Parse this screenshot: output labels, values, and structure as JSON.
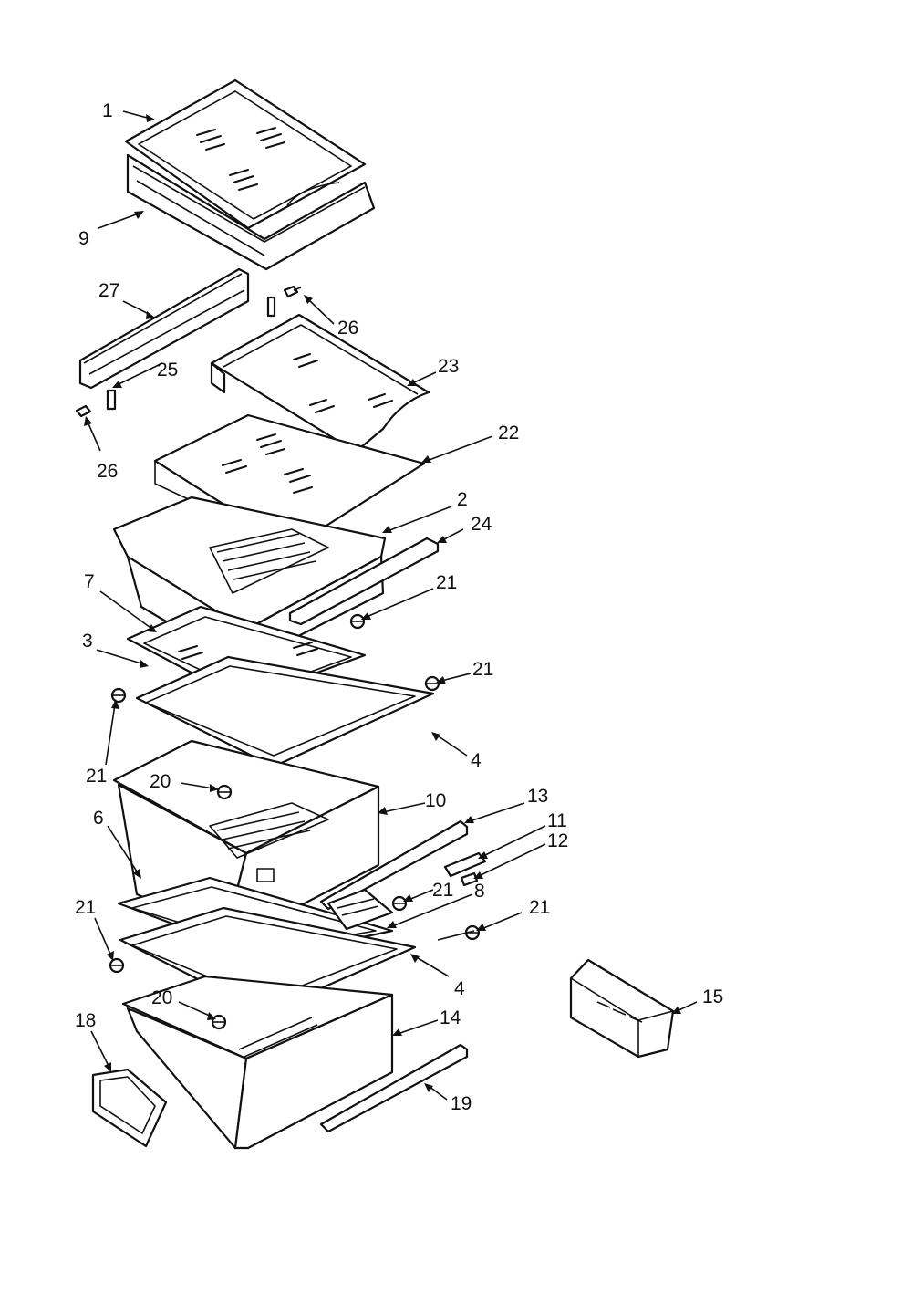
{
  "callouts": [
    {
      "id": "c1",
      "label": "1"
    },
    {
      "id": "c9",
      "label": "9"
    },
    {
      "id": "c27",
      "label": "27"
    },
    {
      "id": "c26a",
      "label": "26"
    },
    {
      "id": "c25",
      "label": "25"
    },
    {
      "id": "c23",
      "label": "23"
    },
    {
      "id": "c26b",
      "label": "26"
    },
    {
      "id": "c22",
      "label": "22"
    },
    {
      "id": "c2",
      "label": "2"
    },
    {
      "id": "c24",
      "label": "24"
    },
    {
      "id": "c7",
      "label": "7"
    },
    {
      "id": "c21a",
      "label": "21"
    },
    {
      "id": "c3",
      "label": "3"
    },
    {
      "id": "c21b",
      "label": "21"
    },
    {
      "id": "c4a",
      "label": "4"
    },
    {
      "id": "c21c",
      "label": "21"
    },
    {
      "id": "c20a",
      "label": "20"
    },
    {
      "id": "c10",
      "label": "10"
    },
    {
      "id": "c13",
      "label": "13"
    },
    {
      "id": "c6",
      "label": "6"
    },
    {
      "id": "c11",
      "label": "11"
    },
    {
      "id": "c12",
      "label": "12"
    },
    {
      "id": "c21d",
      "label": "21"
    },
    {
      "id": "c8",
      "label": "8"
    },
    {
      "id": "c21e",
      "label": "21"
    },
    {
      "id": "c21f",
      "label": "21"
    },
    {
      "id": "c4b",
      "label": "4"
    },
    {
      "id": "c20b",
      "label": "20"
    },
    {
      "id": "c14",
      "label": "14"
    },
    {
      "id": "c15",
      "label": "15"
    },
    {
      "id": "c18",
      "label": "18"
    },
    {
      "id": "c19",
      "label": "19"
    }
  ]
}
